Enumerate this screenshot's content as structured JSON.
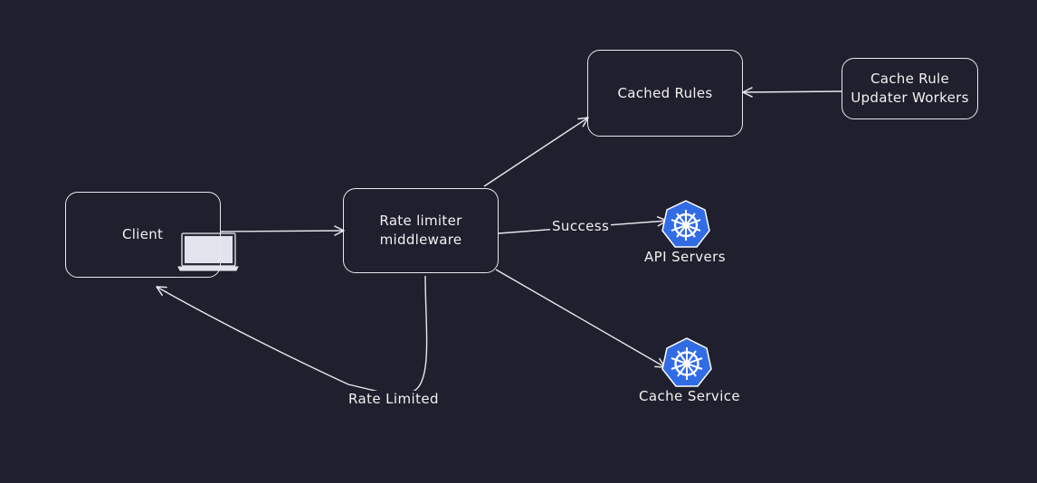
{
  "nodes": {
    "client": {
      "label": "Client"
    },
    "rate_limiter": {
      "label": "Rate limiter\nmiddleware"
    },
    "cached_rules": {
      "label": "Cached Rules"
    },
    "cache_rule_updater": {
      "label": "Cache Rule\nUpdater Workers"
    }
  },
  "services": {
    "api_servers": {
      "label": "API Servers",
      "icon": "kubernetes-icon"
    },
    "cache_service": {
      "label": "Cache Service",
      "icon": "kubernetes-icon"
    }
  },
  "edges": {
    "success": {
      "label": "Success"
    },
    "rate_limited": {
      "label": "Rate Limited"
    }
  },
  "colors": {
    "background": "#1f1f2d",
    "stroke": "#e8e8ee",
    "kubernetes_blue": "#326ce5"
  }
}
